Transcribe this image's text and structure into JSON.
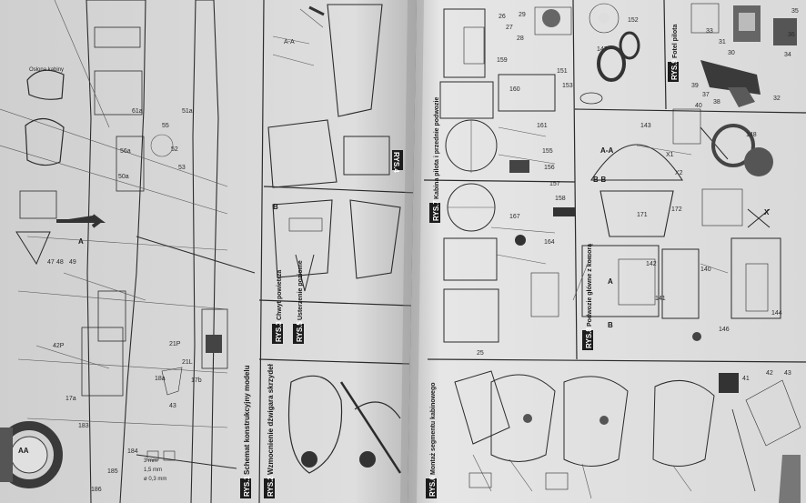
{
  "left_page": {
    "panels": [
      {
        "tag": "RYS.1",
        "caption": "Schemat konstrukcyjny modelu"
      },
      {
        "tag": "RYS.2",
        "caption": "Wzmocnienie dźwigara skrzydeł"
      },
      {
        "tag": "RYS.3",
        "caption": "Chwyt powietrza"
      },
      {
        "tag": "RYS.5",
        "caption": "Usterzenie poziome"
      }
    ],
    "labels": [
      "AA",
      "A-A",
      "3 mm",
      "1,5 mm",
      "ø 0,3 mm",
      "61a",
      "55",
      "51a",
      "52",
      "53",
      "56a",
      "50a",
      "48",
      "49",
      "47",
      "42P",
      "43",
      "21P",
      "21L",
      "18a",
      "17a",
      "17b",
      "183",
      "184",
      "185",
      "186",
      "Osłona kabiny",
      "A",
      "B"
    ]
  },
  "right_page": {
    "panels": [
      {
        "tag": "RYS.4",
        "caption": ""
      },
      {
        "tag": "RYS.6",
        "caption": "Montaż segmentu kabinowego"
      },
      {
        "tag": "RYS.7",
        "caption": "Kabina pilota i przednie podwozie"
      },
      {
        "tag": "RYS.8",
        "caption": "Podwozie główne z komorą"
      },
      {
        "tag": "RYS.9",
        "caption": "Fotel pilota"
      }
    ],
    "labels": [
      "A-A",
      "B-B",
      "A",
      "B",
      "X",
      "X1",
      "X2",
      "155",
      "156",
      "157",
      "158",
      "160",
      "161",
      "164",
      "167",
      "171",
      "172",
      "140",
      "141",
      "142",
      "143",
      "144",
      "146",
      "147",
      "148",
      "151",
      "152",
      "153",
      "159",
      "25",
      "26",
      "27",
      "28",
      "29",
      "30",
      "31",
      "32",
      "33",
      "34",
      "35",
      "36",
      "37",
      "38",
      "39",
      "40",
      "41",
      "42",
      "43"
    ]
  },
  "colors": {
    "paper_left": "#dcdcdc",
    "paper_right": "#e4e4e4",
    "ink": "#1f1f1f",
    "gray_part": "#9a9a9a",
    "tag_fill": "#1c1c1c"
  }
}
